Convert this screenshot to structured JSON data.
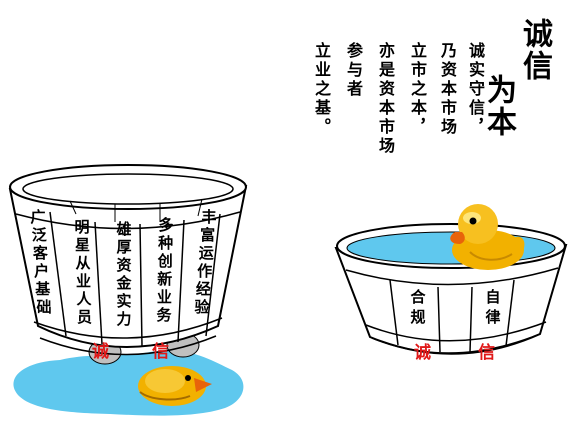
{
  "title": {
    "line1": "诚信",
    "line2": "为本"
  },
  "poem": [
    "诚实守信，",
    "乃资本市场",
    "立市之本，",
    "亦是资本市场",
    "参与者",
    "立业之基。"
  ],
  "left_bucket": {
    "staves": [
      "广泛客户基础",
      "明星从业人员",
      "雄厚资金实力",
      "多种创新业务",
      "丰富运作经验"
    ],
    "band_label_1": "诚",
    "band_label_2": "信"
  },
  "right_bucket": {
    "staves": [
      "合规",
      "自律"
    ],
    "band_label_1": "诚",
    "band_label_2": "信"
  },
  "colors": {
    "water": "#5fc8ee",
    "duck": "#f2b100",
    "beak": "#e8630a",
    "band_text": "#e01818"
  }
}
